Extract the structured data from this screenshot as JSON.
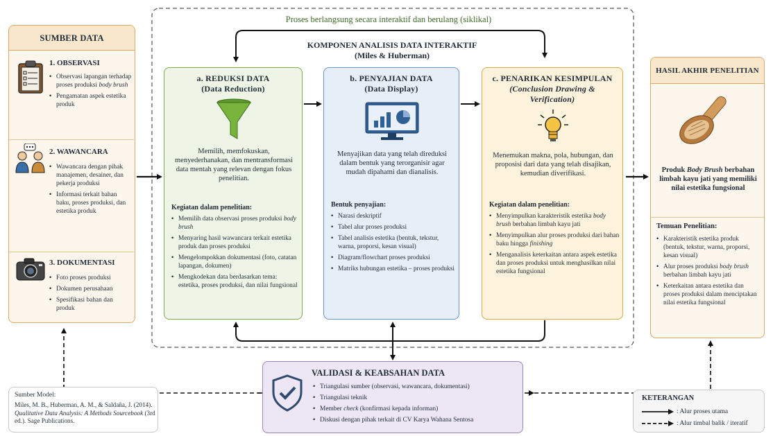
{
  "loop_label": "Proses berlangsung secara interaktif dan berulang (siklikal)",
  "center_title": {
    "line1": "KOMPONEN ANALISIS DATA INTERAKTIF",
    "line2": "(Miles & Huberman)"
  },
  "sources": {
    "header": "SUMBER DATA",
    "observasi": {
      "title": "1. OBSERVASI",
      "icon": "clipboard-icon",
      "items": [
        "Observasi lapangan terhadap proses produksi",
        "Pengamatan aspek estetika produk"
      ],
      "item1_italic": "body brush"
    },
    "wawancara": {
      "title": "2. WAWANCARA",
      "icon": "people-talking-icon",
      "items": [
        "Wawancara dengan pihak manajemen, desainer, dan pekerja produksi",
        "Informasi terkait bahan baku, proses produksi, dan estetika produk"
      ]
    },
    "dokumentasi": {
      "title": "3. DOKUMENTASI",
      "icon": "camera-icon",
      "items": [
        "Foto proses produksi",
        "Dokumen perusahaan",
        "Spesifikasi bahan dan produk"
      ]
    }
  },
  "reduksi": {
    "title": "a. REDUKSI DATA",
    "subtitle": "(Data Reduction)",
    "icon": "funnel-icon",
    "desc": "Memilih, memfokuskan, menyederhanakan, dan mentransformasi data mentah yang relevan dengan fokus penelitian.",
    "kegiatan_label": "Kegiatan dalam penelitian:",
    "item1_pre": "Memilih data observasi proses produksi",
    "item1_italic": "body brush",
    "items": [
      "Menyaring hasil wawancara terkait estetika produk dan proses produksi",
      "Mengelompokkan dokumentasi (foto, catatan lapangan, dokumen)",
      "Mengkodekan data berdasarkan tema: estetika, proses produksi, dan nilai fungsional"
    ]
  },
  "penyajian": {
    "title": "b. PENYAJIAN DATA",
    "subtitle": "(Data Display)",
    "icon": "monitor-chart-icon",
    "desc": "Menyajikan data yang telah direduksi dalam bentuk yang terorganisir agar mudah dipahami dan dianalisis.",
    "bentuk_label": "Bentuk penyajian:",
    "items": [
      "Narasi deskriptif",
      "Tabel alur proses produksi",
      "Tabel analisis estetika (bentuk, tekstur, warna, proporsi, kesan visual)",
      "Diagram/flowchart proses produksi",
      "Matriks hubungan estetika – proses produksi"
    ]
  },
  "kesimpulan": {
    "title": "c. PENARIKAN KESIMPULAN",
    "subtitle": "(Conclusion Drawing & Verification)",
    "icon": "lightbulb-icon",
    "desc": "Menemukan makna, pola, hubungan, dan proposisi dari data yang telah disajikan, kemudian diverifikasi.",
    "kegiatan_label": "Kegiatan dalam penelitian:",
    "item1_pre": "Menyimpulkan karakteristik estetika",
    "item1_italic": "body brush",
    "item1_post": "berbahan limbah kayu jati",
    "item2_pre": "Menyimpulkan alur proses produksi dari bahan baku hingga",
    "item2_italic": "finishing",
    "item3": "Menganalisis keterkaitan antara aspek estetika dan proses produksi untuk menghasilkan nilai estetika fungsional"
  },
  "hasil": {
    "header": "HASIL AKHIR PENELITIAN",
    "icon": "body-brush-icon",
    "product_pre": "Produk",
    "product_italic": "Body Brush",
    "product_post": "berbahan limbah kayu jati yang memiliki nilai estetika fungsional",
    "temuan_label": "Temuan Penelitian:",
    "item1": "Karakteristik estetika produk (bentuk, tekstur, warna, proporsi, kesan visual)",
    "item2_pre": "Alur proses produksi",
    "item2_italic": "body brush",
    "item2_post": "berbahan limbah kayu jati",
    "item3": "Keterkaitan antara estetika dan proses produksi dalam menciptakan nilai estetika fungsional"
  },
  "validasi": {
    "title": "VALIDASI & KEABSAHAN DATA",
    "icon": "shield-check-icon",
    "item1": "Triangulasi sumber (observasi, wawancara, dokumentasi)",
    "item2": "Triangulasi teknik",
    "item3_pre": "Member",
    "item3_italic": "check",
    "item3_post": "(konfirmasi kepada informan)",
    "item4": "Diskusi dengan pihak terkait di CV Karya Wahana Sentosa"
  },
  "sumber_model": {
    "label": "Sumber Model:",
    "line1": "Miles, M. B., Huberman, A. M., & Saldaña, J. (2014).",
    "italic": "Qualitative Data Analysis: A Methods Sourcebook",
    "line2": "(3rd ed.). Sage Publications."
  },
  "legend": {
    "title": "KETERANGAN",
    "solid": ": Alur proses utama",
    "dashed": ": Alur timbal balik / iteratif"
  },
  "colors": {
    "green_bg": "#eef5e6",
    "green_border": "#7aab4f",
    "blue_bg": "#e6eef8",
    "blue_border": "#6f93c4",
    "yellow_bg": "#fdf3dc",
    "yellow_border": "#d9aa4a",
    "orange_bg": "#fdf6ec",
    "orange_border": "#d9a766",
    "purple_bg": "#ece6f5",
    "purple_border": "#9a84bf",
    "loop_text": "#3d6b2a"
  }
}
